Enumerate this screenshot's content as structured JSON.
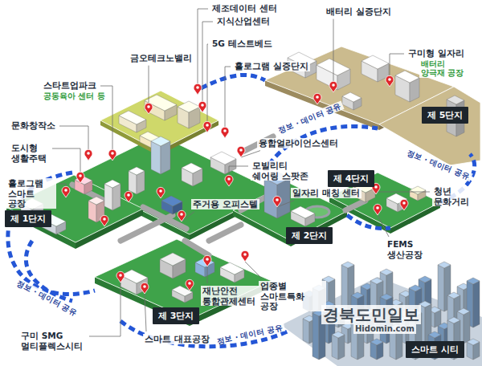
{
  "diagram": {
    "nodes": [
      {
        "text": [
          "제 1단지"
        ]
      },
      {
        "text": [
          "제 2단지"
        ]
      },
      {
        "text": [
          "제 3단지"
        ]
      },
      {
        "text": [
          "제 4단지"
        ]
      },
      {
        "text": [
          "제 5단지"
        ]
      },
      {
        "text": [
          "스마트 시티"
        ]
      }
    ],
    "labels": [
      "금오테크노밸리",
      "제조데이터 센터",
      "지식산업센터",
      "5G 테스트베드",
      "홀로그램 실증단지",
      "스타트업파크",
      "공동육아 센터 등",
      "문화창작소",
      "도시형 생활주택",
      "홀로그램 스마트 공장",
      "융합얼라이언스센터",
      "모빌리티 쉐어링 스팟존",
      "일자리 매칭 센터",
      "주거용 오피스텔",
      "배터리 실증단지",
      "구미형 일자리",
      "배터리 양극재 공장",
      "청년 문화거리",
      "FEMS 생산공장",
      "재난안전 통합관제센터",
      "업종별 스마트특화 공장",
      "구미 SMG 멀티플렉스시티",
      "스마트 대표공장",
      "정보 · 데이터 공유",
      "정보 · 데이터 공유",
      "정보 · 데이터 공유",
      "정보 · 데이터 공유",
      "경북도민일보",
      "Hidomin.com"
    ]
  }
}
